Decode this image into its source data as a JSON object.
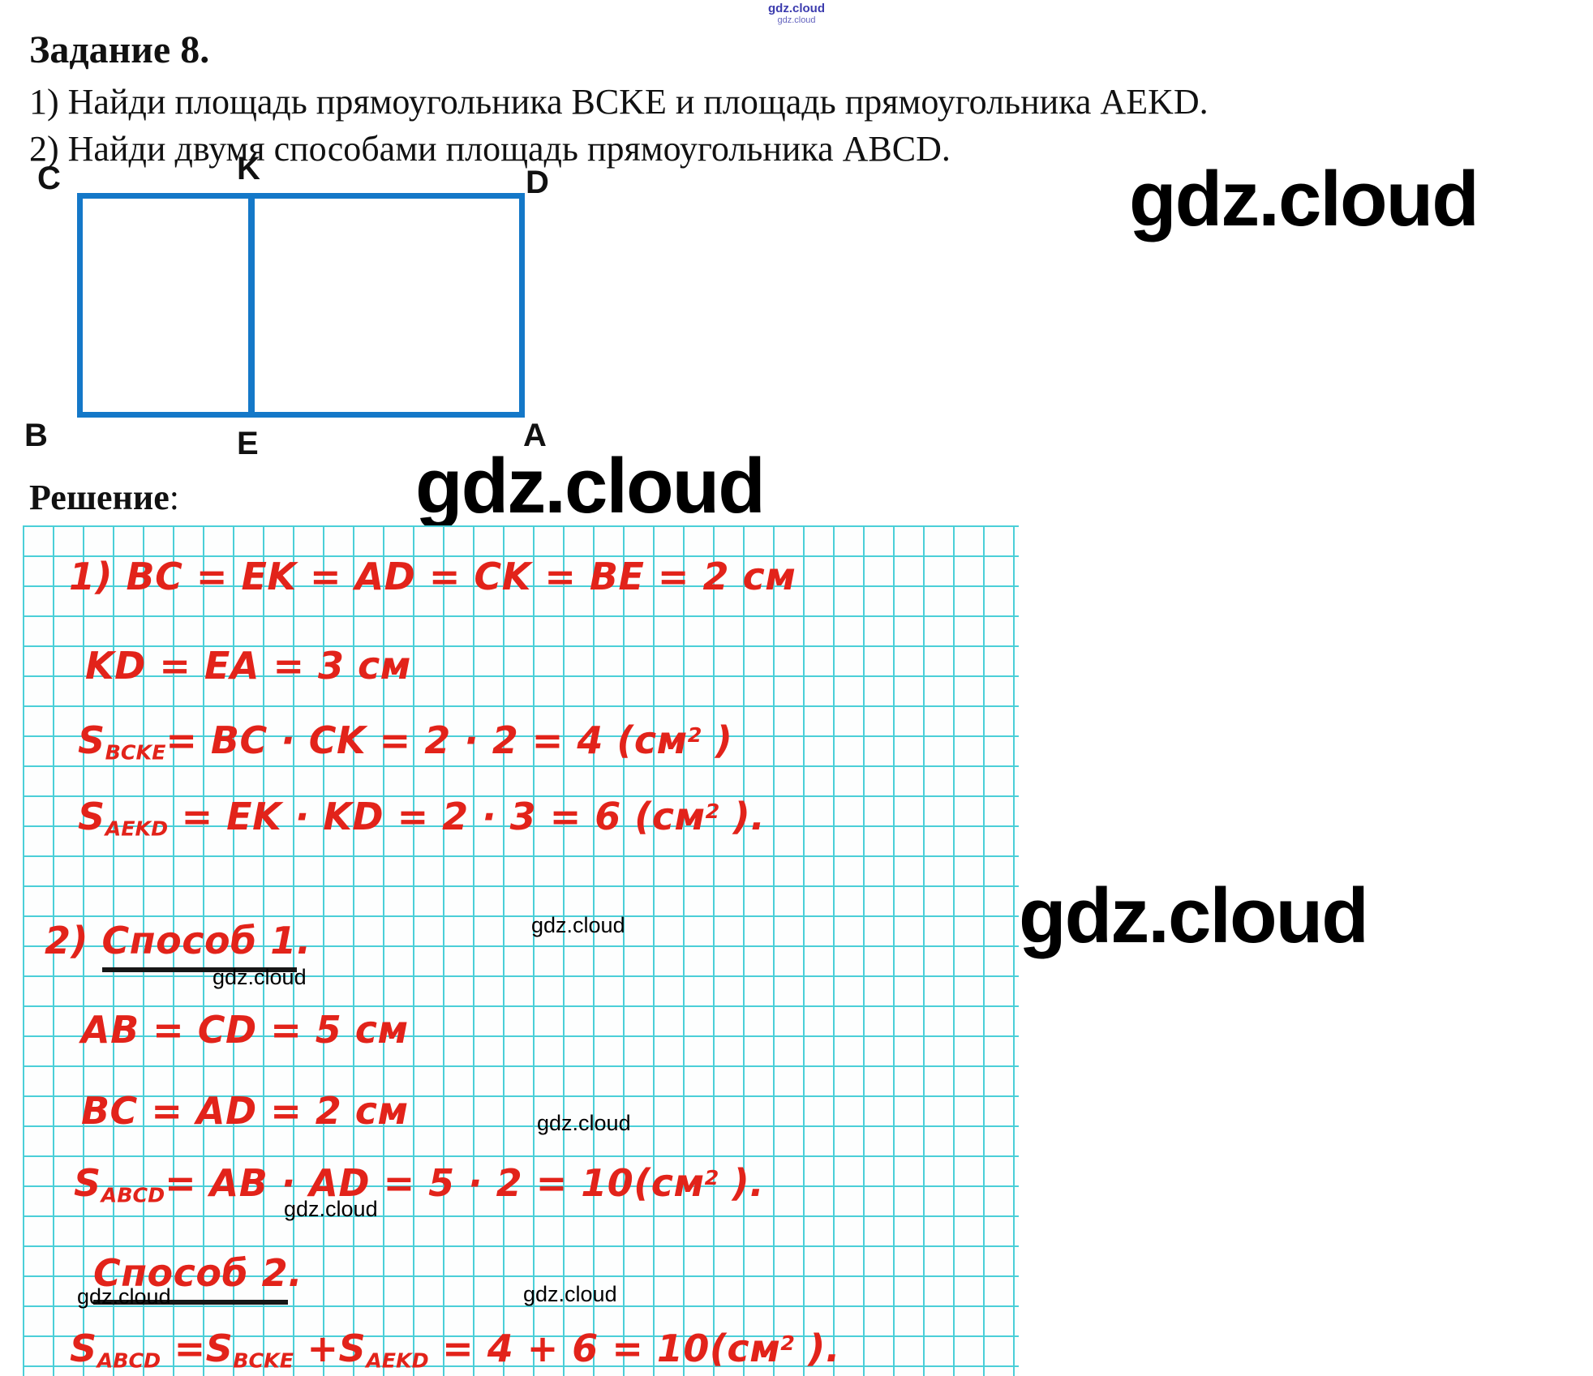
{
  "theme": {
    "diagram-blue": "#1478c8",
    "ink-red": "#e2231a",
    "grid-cyan": "#4bcfd8",
    "wm-blue": "#3c3cae"
  },
  "watermarks": {
    "brand": "gdz.cloud"
  },
  "header": {
    "title": "Задание 8.",
    "task_lines": [
      "1) Найди площадь прямоугольника BCKE и площадь прямоугольника AEKD.",
      "2) Найди двумя способами площадь прямоугольника ABCD."
    ]
  },
  "diagram": {
    "labels": {
      "top_left": "C",
      "top_mid": "K",
      "top_right": "D",
      "bottom_left": "B",
      "bottom_mid": "E",
      "bottom_right": "A"
    }
  },
  "solution": {
    "heading": "Решение",
    "colon": ":",
    "lines": [
      {
        "segs": [
          {
            "t": "n",
            "v": "1) BC = EK = AD = CK = BE = 2 см"
          }
        ]
      },
      {
        "segs": [
          {
            "t": "n",
            "v": "KD = EA = 3 см"
          }
        ]
      },
      {
        "segs": [
          {
            "t": "n",
            "v": "S"
          },
          {
            "t": "sub",
            "v": "BCKE"
          },
          {
            "t": "n",
            "v": "= BC · CK  = 2 · 2 = 4 (см"
          },
          {
            "t": "sup",
            "v": "2"
          },
          {
            "t": "n",
            "v": " )"
          }
        ]
      },
      {
        "segs": [
          {
            "t": "n",
            "v": "S"
          },
          {
            "t": "sub",
            "v": "AEKD"
          },
          {
            "t": "n",
            "v": " = EK · KD = 2 · 3 = 6 (см"
          },
          {
            "t": "sup",
            "v": "2"
          },
          {
            "t": "n",
            "v": " )."
          }
        ]
      },
      {
        "segs": [
          {
            "t": "n",
            "v": "2) "
          },
          {
            "t": "u",
            "v": "Способ 1"
          },
          {
            "t": "n",
            "v": "."
          }
        ]
      },
      {
        "segs": [
          {
            "t": "n",
            "v": "AB = CD = 5 см"
          }
        ]
      },
      {
        "segs": [
          {
            "t": "n",
            "v": "BC = AD = 2 см"
          }
        ]
      },
      {
        "segs": [
          {
            "t": "n",
            "v": "S"
          },
          {
            "t": "sub",
            "v": "ABCD"
          },
          {
            "t": "n",
            "v": "= AB · AD = 5 · 2 = 10(см"
          },
          {
            "t": "sup",
            "v": "2"
          },
          {
            "t": "n",
            "v": " )."
          }
        ]
      },
      {
        "segs": [
          {
            "t": "u",
            "v": "Способ 2"
          },
          {
            "t": "n",
            "v": "."
          }
        ]
      },
      {
        "segs": [
          {
            "t": "n",
            "v": "S"
          },
          {
            "t": "sub",
            "v": "ABCD"
          },
          {
            "t": "n",
            "v": " =S"
          },
          {
            "t": "sub",
            "v": "BCKE"
          },
          {
            "t": "n",
            "v": " +S"
          },
          {
            "t": "sub",
            "v": "AEKD"
          },
          {
            "t": "n",
            "v": " = 4 + 6 = 10(см"
          },
          {
            "t": "sup",
            "v": "2"
          },
          {
            "t": "n",
            "v": " )."
          }
        ]
      }
    ]
  }
}
